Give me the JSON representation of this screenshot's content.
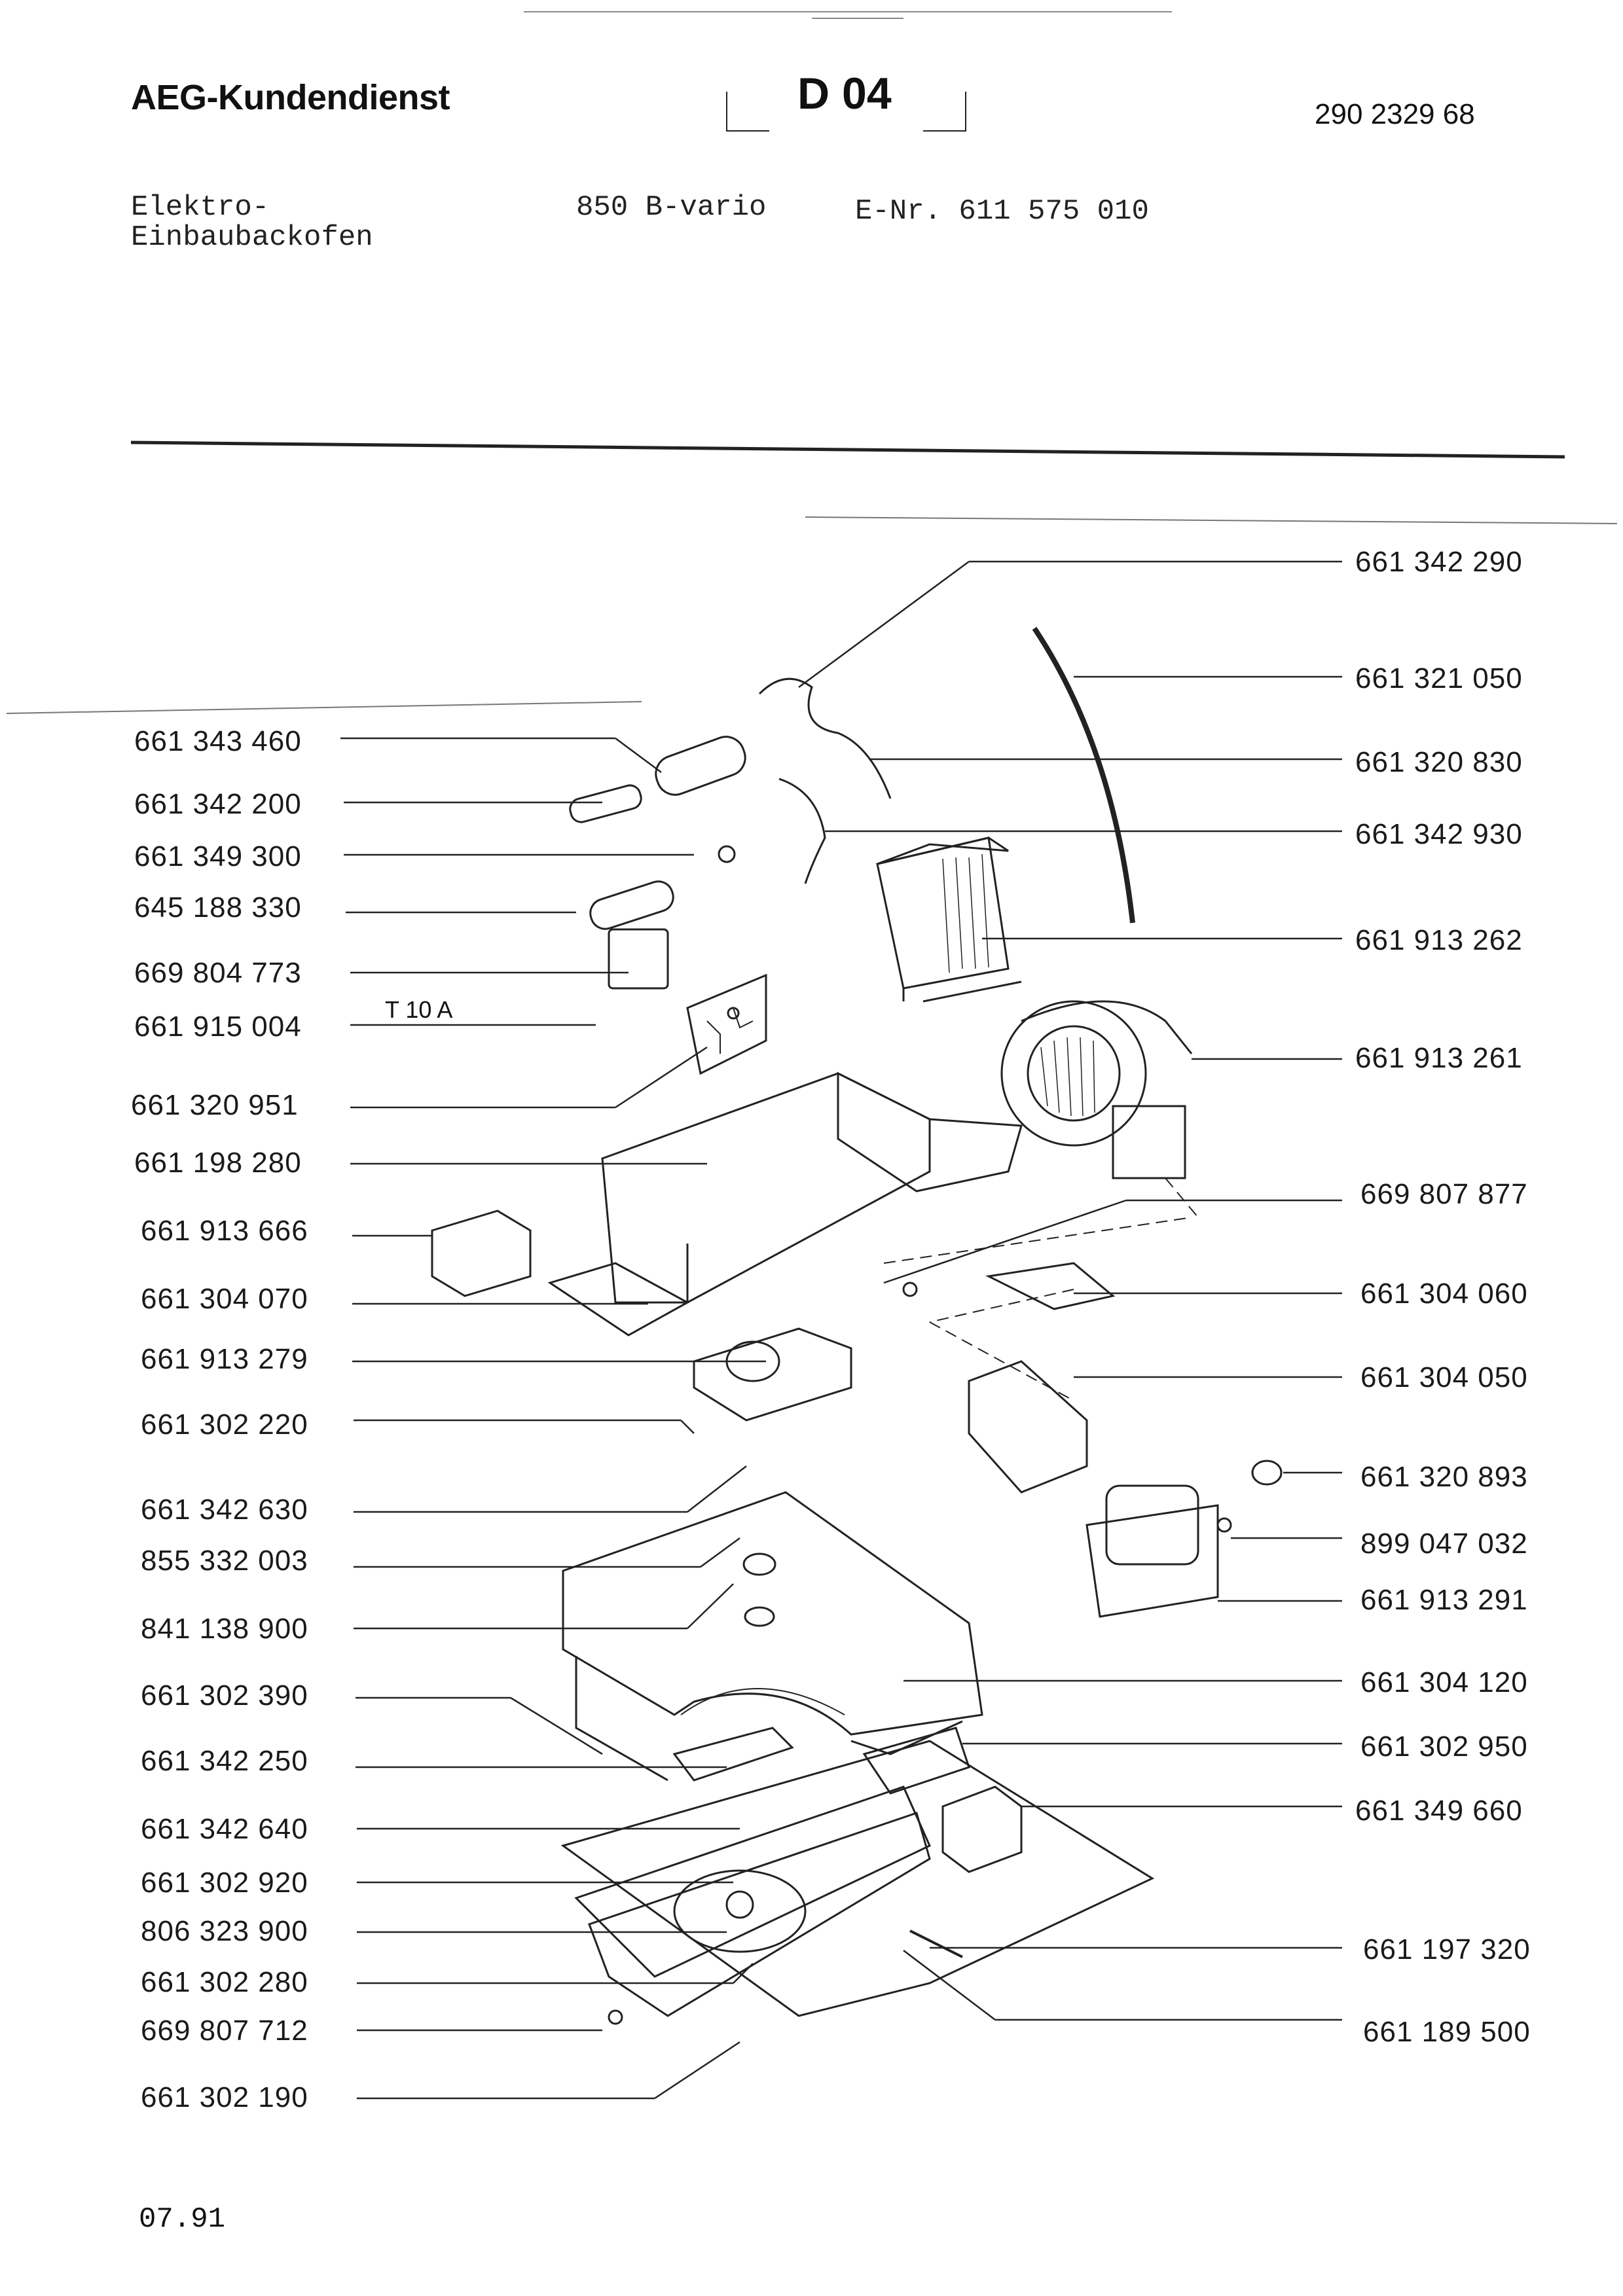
{
  "header": {
    "brand": "AEG-Kundendienst",
    "section_code": "D 04",
    "doc_number": "290 2329 68"
  },
  "product": {
    "type_line1": "Elektro-",
    "type_line2": "Einbaubackofen",
    "model": "850 B-vario",
    "e_nr": "E-Nr. 611 575 010"
  },
  "fuse_label": "T 10 A",
  "parts_left": [
    "661 343 460",
    "661 342 200",
    "661 349 300",
    "645 188 330",
    "669 804 773",
    "661 915 004",
    "661 320 951",
    "661 198 280",
    "661 913 666",
    "661 304 070",
    "661 913 279",
    "661 302 220",
    "661 342 630",
    "855 332 003",
    "841 138 900",
    "661 302 390",
    "661 342 250",
    "661 342 640",
    "661 302 920",
    "806 323 900",
    "661 302 280",
    "669 807 712",
    "661 302 190"
  ],
  "parts_right": [
    "661 342 290",
    "661 321 050",
    "661 320 830",
    "661 342 930",
    "661 913 262",
    "661 913 261",
    "669 807 877",
    "661 304 060",
    "661 304 050",
    "661 320 893",
    "899 047 032",
    "661 913 291",
    "661 304 120",
    "661 302 950",
    "661 349 660",
    "661 197 320",
    "661 189 500"
  ],
  "footer": {
    "date": "07.91"
  }
}
